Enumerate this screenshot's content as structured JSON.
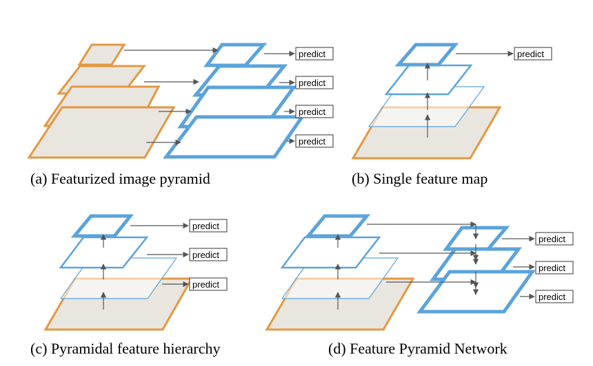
{
  "captions": {
    "a": "(a) Featurized image pyramid",
    "b": "(b) Single feature map",
    "c": "(c) Pyramidal feature hierarchy",
    "d": "(d) Feature Pyramid Network"
  },
  "predict_label": "predict",
  "colors": {
    "feature_blue": "#5ba3db",
    "image_orange": "#e5973f",
    "arrow_gray": "#555555"
  },
  "icons": [
    "boat-photo-thumbnail"
  ]
}
